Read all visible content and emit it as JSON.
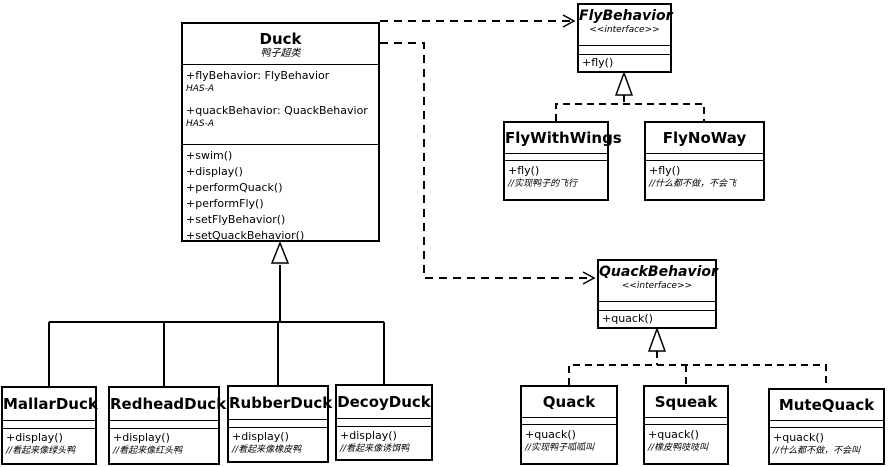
{
  "duck": {
    "name": "Duck",
    "subtitle": "鸭子超类",
    "attributes": [
      {
        "text": "+flyBehavior: FlyBehavior",
        "note": "HAS-A"
      },
      {
        "text": "+quackBehavior: QuackBehavior",
        "note": "HAS-A"
      }
    ],
    "methods": [
      "+swim()",
      "+display()",
      "+performQuack()",
      "+performFly()",
      "+setFlyBehavior()",
      "+setQuackBehavior()"
    ]
  },
  "fly_behavior": {
    "name": "FlyBehavior",
    "stereotype": "<<interface>>",
    "method": "+fly()"
  },
  "quack_behavior": {
    "name": "QuackBehavior",
    "stereotype": "<<interface>>",
    "method": "+quack()"
  },
  "fly_impls": [
    {
      "name": "FlyWithWings",
      "method": "+fly()",
      "note": "//实现鸭子的飞行"
    },
    {
      "name": "FlyNoWay",
      "method": "+fly()",
      "note": "//什么都不做，不会飞"
    }
  ],
  "quack_impls": [
    {
      "name": "Quack",
      "method": "+quack()",
      "note": "//实现鸭子呱呱叫"
    },
    {
      "name": "Squeak",
      "method": "+quack()",
      "note": "//橡皮鸭吱吱叫"
    },
    {
      "name": "MuteQuack",
      "method": "+quack()",
      "note": "//什么都不做，不会叫"
    }
  ],
  "ducks": [
    {
      "name": "MallarDuck",
      "method": "+display()",
      "note": "//看起来像绿头鸭"
    },
    {
      "name": "RedheadDuck",
      "method": "+display()",
      "note": "//看起来像红头鸭"
    },
    {
      "name": "RubberDuck",
      "method": "+display()",
      "note": "//看起来像橡皮鸭"
    },
    {
      "name": "DecoyDuck",
      "method": "+display()",
      "note": "//看起来像诱饵鸭"
    }
  ]
}
